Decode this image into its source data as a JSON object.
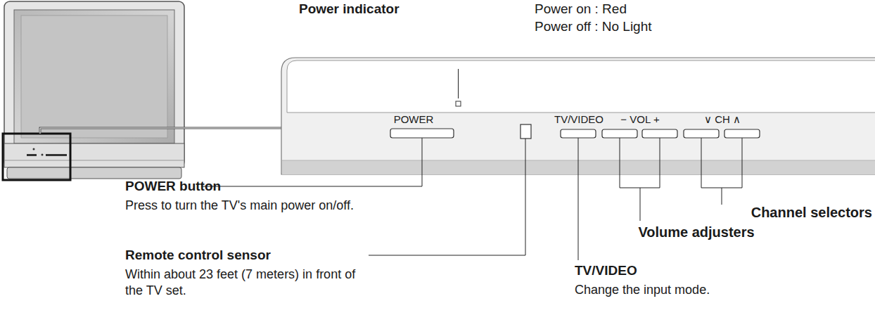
{
  "diagram": {
    "labels": [
      "Power indicator",
      "Power on : Red",
      "Power off : No Light",
      "POWER",
      "TV/VIDEO",
      "− VOL +",
      "∨ CH ∧",
      "POWER button",
      "Press to turn the TV's main power on/off.",
      "Remote control sensor",
      "Within about 23 feet (7 meters) in front of the TV set.",
      "TV/VIDEO",
      "Change the input mode.",
      "Volume adjusters",
      "Channel selectors"
    ]
  }
}
